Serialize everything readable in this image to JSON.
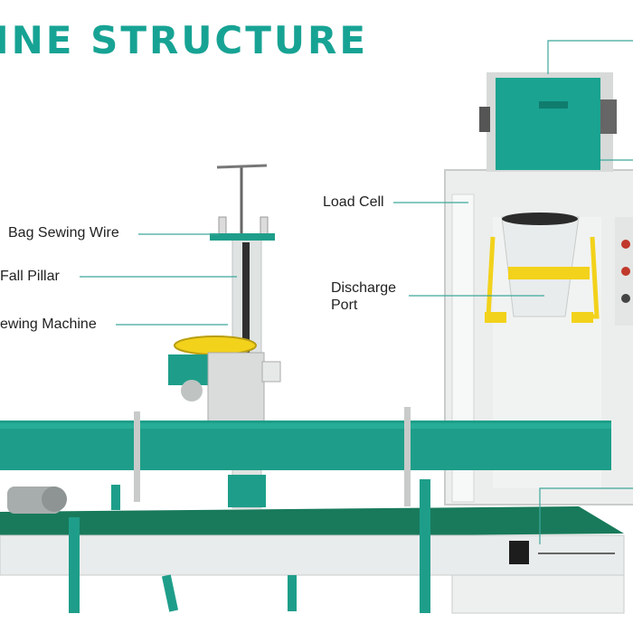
{
  "title": "INE STRUCTURE",
  "labels": {
    "bag_sewing_wire": "Bag Sewing Wire",
    "fall_pillar": "Fall Pillar",
    "sewing_machine": "ewing Machine",
    "load_cell": "Load Cell",
    "discharge_port_line1": "Discharge",
    "discharge_port_line2": "Port"
  },
  "colors": {
    "accent_teal": "#17a394",
    "conveyor_green": "#1e9e8a",
    "frame_white": "#ecefee",
    "clamp_yellow": "#f2d21b",
    "leader_line": "#3ca89b"
  }
}
